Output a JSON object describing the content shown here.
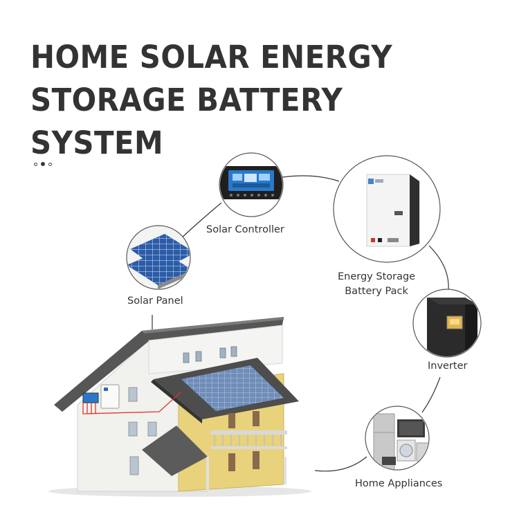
{
  "title": {
    "line1": "HOME SOLAR ENERGY",
    "line2": "STORAGE BATTERY SYSTEM"
  },
  "pager": {
    "count": 3,
    "active_index": 1
  },
  "nodes": [
    {
      "id": "solar-panel",
      "label": "Solar Panel",
      "icon": "solar-panel-photo"
    },
    {
      "id": "solar-controller",
      "label": "Solar Controller",
      "icon": "charge-controller-photo"
    },
    {
      "id": "battery-pack",
      "label_line1": "Energy Storage",
      "label_line2": "Battery Pack",
      "icon": "battery-pack-photo"
    },
    {
      "id": "inverter",
      "label": "Inverter",
      "icon": "inverter-photo"
    },
    {
      "id": "home-appliances",
      "label": "Home Appliances",
      "icon": "appliances-photo"
    }
  ],
  "house": {
    "icon": "house-with-solar-roof-illustration"
  },
  "colors": {
    "wiring": "#d9362b",
    "connector": "#333333",
    "house_wall": "#f2f2f0",
    "house_wall_yellow": "#e8d27c",
    "roof": "#4a4a4a",
    "panel": "#2d5fa6"
  }
}
